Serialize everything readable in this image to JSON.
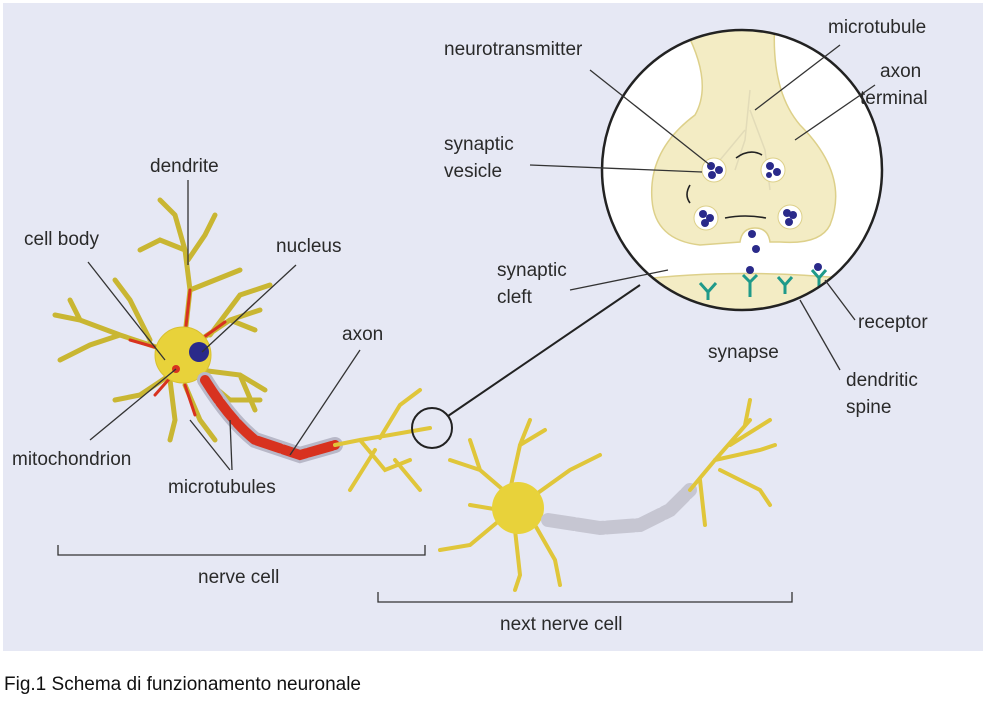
{
  "colors": {
    "background": "#e6e8f4",
    "cell_body": "#e8d23a",
    "axon_red": "#d8321f",
    "nucleus": "#2a2a8a",
    "receptor": "#1f9a8a",
    "terminal": "#f3ecc4"
  },
  "labels": {
    "dendrite": "dendrite",
    "cell_body": "cell body",
    "nucleus": "nucleus",
    "axon": "axon",
    "mitochondrion": "mitochondrion",
    "microtubules": "microtubules",
    "nerve_cell": "nerve cell",
    "next_nerve_cell": "next nerve cell",
    "neurotransmitter": "neurotransmitter",
    "synaptic_vesicle_1": "synaptic",
    "synaptic_vesicle_2": "vesicle",
    "microtubule": "microtubule",
    "axon_terminal_1": "axon",
    "axon_terminal_2": "terminal",
    "synaptic_cleft_1": "synaptic",
    "synaptic_cleft_2": "cleft",
    "receptor": "receptor",
    "synapse": "synapse",
    "dendritic_spine_1": "dendritic",
    "dendritic_spine_2": "spine"
  },
  "caption": "Fig.1 Schema di funzionamento neuronale"
}
